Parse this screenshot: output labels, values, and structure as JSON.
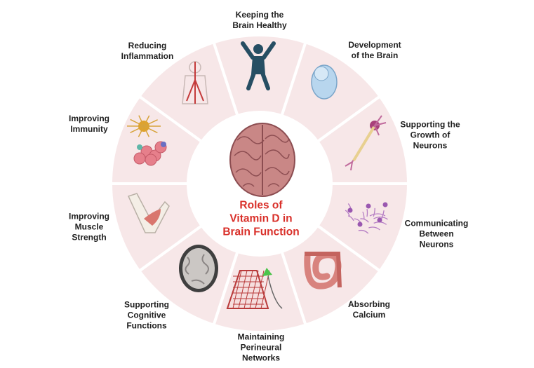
{
  "center": {
    "title": "Roles of\nVitamin D in\nBrain Function"
  },
  "segments": [
    {
      "label": "Keeping the\nBrain Healthy",
      "icon": "person-icon"
    },
    {
      "label": "Development\nof the Brain",
      "icon": "fetus-icon"
    },
    {
      "label": "Supporting the\nGrowth of\nNeurons",
      "icon": "neuron-icon"
    },
    {
      "label": "Communicating\nBetween\nNeurons",
      "icon": "neuron-network-icon"
    },
    {
      "label": "Absorbing\nCalcium",
      "icon": "intestine-icon"
    },
    {
      "label": "Maintaining\nPerineural\nNetworks",
      "icon": "perineural-net-icon"
    },
    {
      "label": "Supporting\nCognitive\nFunctions",
      "icon": "brain-scan-icon"
    },
    {
      "label": "Improving\nMuscle\nStrength",
      "icon": "arm-muscle-icon"
    },
    {
      "label": "Improving\nImmunity",
      "icon": "immune-cells-icon"
    },
    {
      "label": "Reducing\nInflammation",
      "icon": "body-vessels-icon"
    }
  ],
  "colors": {
    "segment_fill": "#f7e7e8",
    "segment_gap": "#ffffff",
    "title": "#d9302a",
    "label": "#1f1f1f"
  }
}
